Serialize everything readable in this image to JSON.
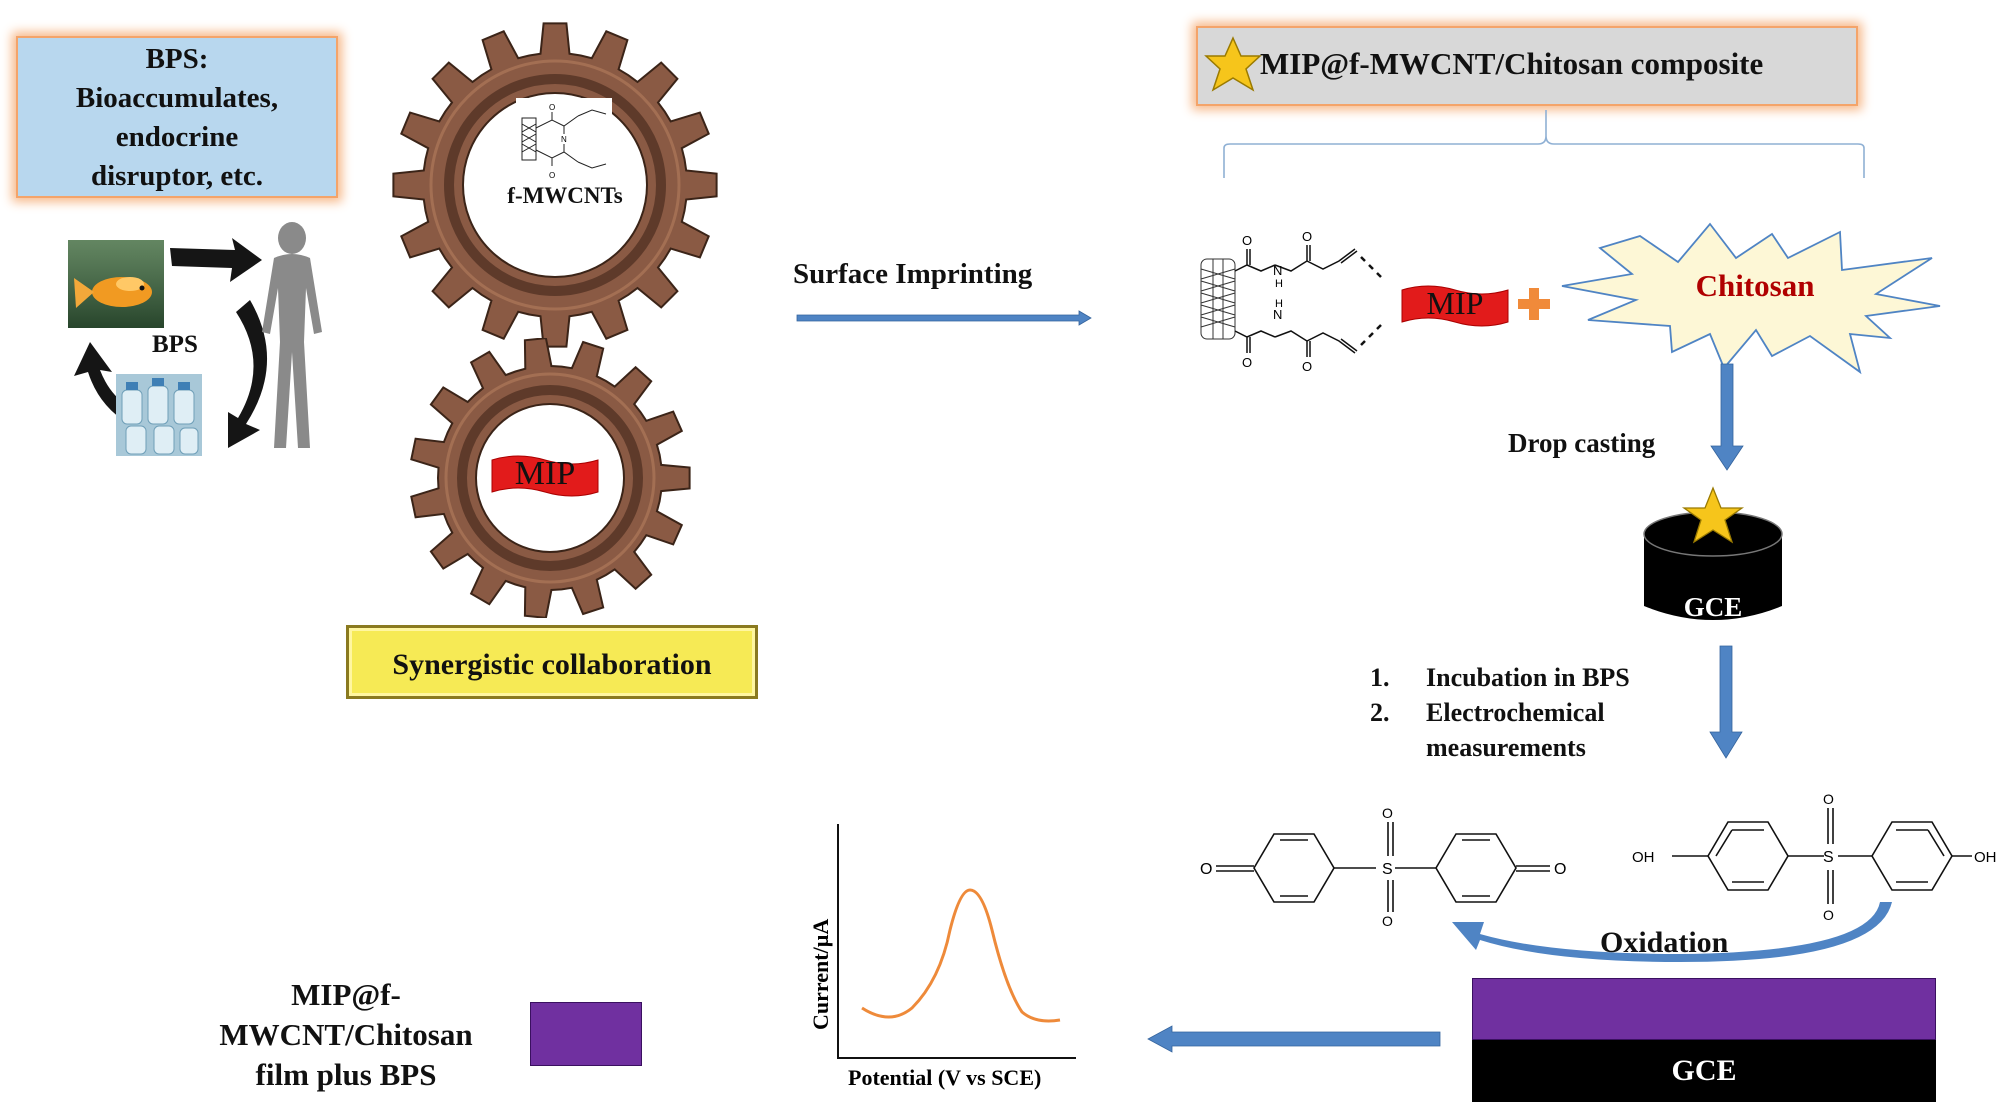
{
  "colors": {
    "bps_box_fill": "#b8d7ee",
    "glow": "#f4a46a",
    "collab_fill": "#f6ea55",
    "composite_fill": "#d8d8d8",
    "mip_red": "#e21b1b",
    "chitosan_fill": "#fdf7d6",
    "chitosan_text": "#b00000",
    "arrow_blue": "#4f84c4",
    "purple": "#7030a0",
    "gce_black": "#000000",
    "star_yellow": "#f6c51b",
    "gear_copper": "#8a5a44",
    "curve_orange": "#ee8a3a"
  },
  "bps_box": {
    "line1": "BPS:",
    "line2": "Bioaccumulates,",
    "line3": "endocrine",
    "line4": "disruptor, etc."
  },
  "cycle": {
    "label": "BPS",
    "icons": [
      "fish-photo",
      "water-bottles-photo",
      "human-silhouette-icon"
    ]
  },
  "gears": {
    "top_label": "f-MWCNTs",
    "bottom_label": "MIP"
  },
  "collab_label": "Synergistic collaboration",
  "surface_imprinting": "Surface Imprinting",
  "composite_label": "MIP@f-MWCNT/Chitosan composite",
  "mip_tag": "MIP",
  "chitosan_label": "Chitosan",
  "drop_casting": "Drop casting",
  "gce_label": "GCE",
  "steps": [
    {
      "num": "1.",
      "text": "Incubation in BPS"
    },
    {
      "num": "2.",
      "text": "Electrochemical measurements"
    }
  ],
  "chem": {
    "o_left": "O",
    "o_right": "O",
    "o_sulfone": "O",
    "s": "S",
    "oh_left": "OH",
    "oh_right": "OH",
    "o_amide": "O",
    "n": "N",
    "h": "H"
  },
  "oxidation": "Oxidation",
  "gce_bottom": "GCE",
  "film_label": {
    "line1": "MIP@f-",
    "line2": "MWCNT/Chitosan",
    "line3": "film plus BPS"
  },
  "voltammogram": {
    "ylabel": "Current/µA",
    "xlabel": "Potential (V vs SCE)"
  }
}
